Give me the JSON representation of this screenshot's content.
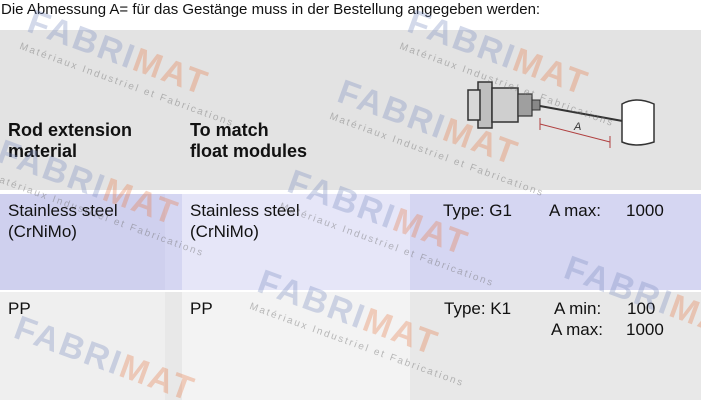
{
  "intro": "Die Abmessung A= für das Gestänge muss in der Bestellung angegeben werden:",
  "table": {
    "headers": {
      "col1_line1": "Rod extension",
      "col1_line2": "material",
      "col2_line1": "To match",
      "col2_line2": "float modules"
    },
    "diagram_label": "A",
    "rows": [
      {
        "material_line1": "Stainless steel",
        "material_line2": "(CrNiMo)",
        "float_line1": "Stainless steel",
        "float_line2": "(CrNiMo)",
        "type": "Type: G1",
        "limit1_label": "A max:",
        "limit1_value": "1000"
      },
      {
        "material_line1": "PP",
        "float_line1": "PP",
        "type": "Type: K1",
        "limit1_label": "A min:",
        "limit1_value": "100",
        "limit2_label": "A max:",
        "limit2_value": "1000"
      }
    ]
  },
  "watermark": {
    "logo_left": "FABRI",
    "logo_right": "MAT",
    "subtitle": "Matériaux Industriel et Fabrications"
  }
}
